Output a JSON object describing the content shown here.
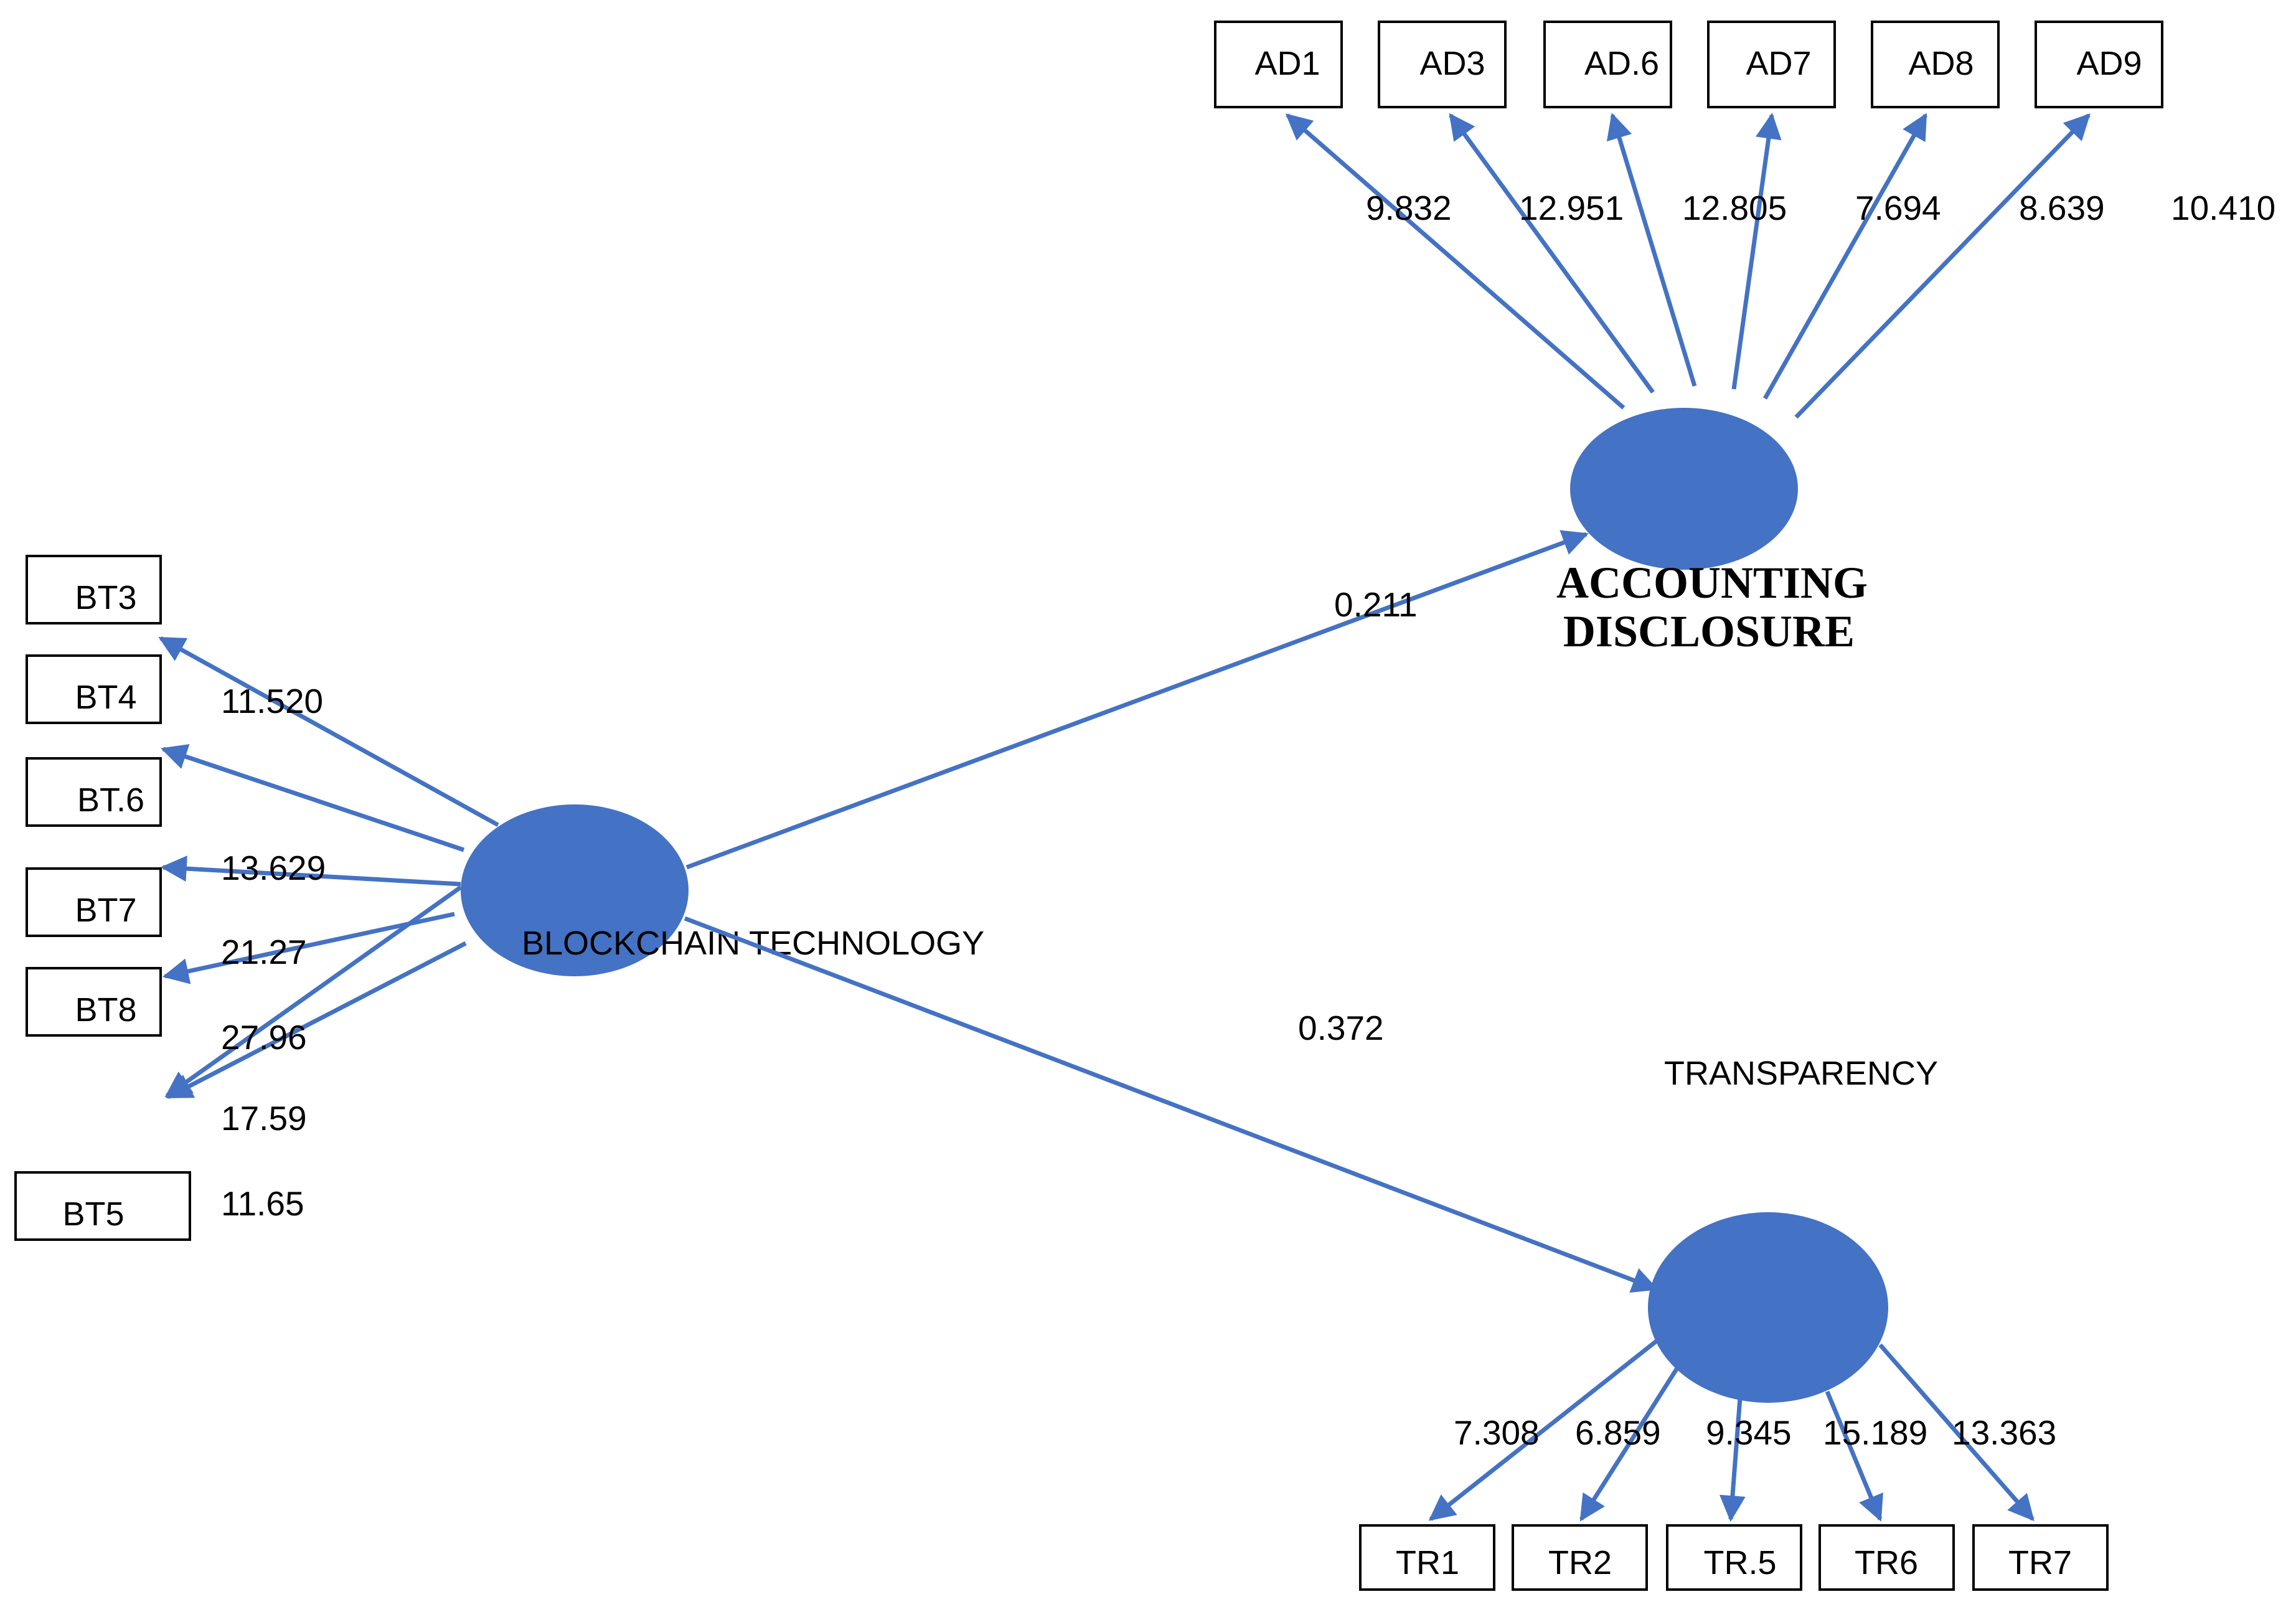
{
  "colors": {
    "accent": "#4472c4",
    "box_border": "#000000",
    "text": "#000000"
  },
  "latents": {
    "blockchain": {
      "label": "BLOCKCHAIN TECHNOLOGY"
    },
    "accounting": {
      "label_line1": "ACCOUNTING",
      "label_line2": "DISCLOSURE"
    },
    "transparency": {
      "label": "TRANSPARENCY"
    }
  },
  "paths": {
    "bt_to_ad": "0.211",
    "bt_to_tr": "0.372"
  },
  "ad_indicators": [
    "AD1",
    "AD3",
    "AD.6",
    "AD7",
    "AD8",
    "AD9"
  ],
  "ad_loadings": [
    "9.832",
    "12.951",
    "12.805",
    "7.694",
    "8.639",
    "10.410"
  ],
  "bt_indicators": [
    "BT3",
    "BT4",
    "BT.6",
    "BT7",
    "BT8",
    "BT5"
  ],
  "bt_loadings": [
    "11.520",
    "13.629",
    "21.27",
    "27.96",
    "17.59",
    "11.65"
  ],
  "tr_indicators": [
    "TR1",
    "TR2",
    "TR.5",
    "TR6",
    "TR7"
  ],
  "tr_loadings": [
    "7.308",
    "6.859",
    "9.345",
    "15.189",
    "13.363"
  ]
}
